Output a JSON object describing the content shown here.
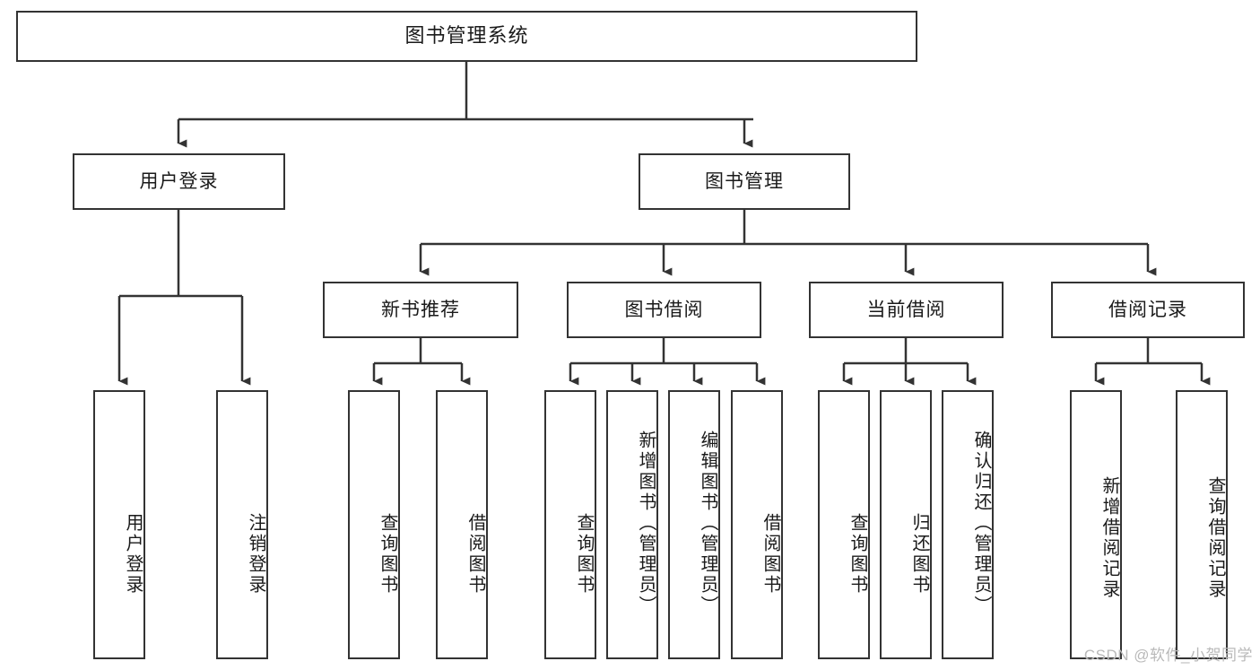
{
  "diagram": {
    "title": "图书管理系统",
    "watermark": "CSDN @软件_小贺同学",
    "line_color": "#333333",
    "box_fill": "#ffffff",
    "text_color": "#1a1a1a",
    "watermark_color": "#b9b9b9",
    "levels": {
      "root": "图书管理系统",
      "level2": [
        "用户登录",
        "图书管理"
      ],
      "level3": [
        "新书推荐",
        "图书借阅",
        "当前借阅",
        "借阅记录"
      ],
      "level4": [
        "用户登录",
        "注销登录",
        "查询图书",
        "借阅图书",
        "查询图书",
        "新增图书（管理员）",
        "编辑图书（管理员）",
        "借阅图书",
        "查询图书",
        "归还图书",
        "确认归还（管理员）",
        "新增借阅记录",
        "查询借阅记录"
      ]
    },
    "nodes": {
      "root": {
        "label": "图书管理系统"
      },
      "user_login": {
        "label": "用户登录"
      },
      "book_manage": {
        "label": "图书管理"
      },
      "new_book_rec": {
        "label": "新书推荐"
      },
      "book_borrow": {
        "label": "图书借阅"
      },
      "current_borrow": {
        "label": "当前借阅"
      },
      "borrow_record": {
        "label": "借阅记录"
      },
      "leaf_user_login": {
        "label": "用户登录"
      },
      "leaf_logout": {
        "label": "注销登录"
      },
      "leaf_query_book_1": {
        "label": "查询图书"
      },
      "leaf_borrow_book_1": {
        "label": "借阅图书"
      },
      "leaf_query_book_2": {
        "label": "查询图书"
      },
      "leaf_add_book": {
        "label": "新增图书（管理员）"
      },
      "leaf_edit_book": {
        "label": "编辑图书（管理员）"
      },
      "leaf_borrow_book_2": {
        "label": "借阅图书"
      },
      "leaf_query_book_3": {
        "label": "查询图书"
      },
      "leaf_return_book": {
        "label": "归还图书"
      },
      "leaf_confirm_return": {
        "label": "确认归还（管理员）"
      },
      "leaf_add_record": {
        "label": "新增借阅记录"
      },
      "leaf_query_record": {
        "label": "查询借阅记录"
      }
    },
    "edges": [
      {
        "from": "root",
        "to": "user_login"
      },
      {
        "from": "root",
        "to": "book_manage"
      },
      {
        "from": "book_manage",
        "to": "new_book_rec"
      },
      {
        "from": "book_manage",
        "to": "book_borrow"
      },
      {
        "from": "book_manage",
        "to": "current_borrow"
      },
      {
        "from": "book_manage",
        "to": "borrow_record"
      },
      {
        "from": "user_login",
        "to": "leaf_user_login"
      },
      {
        "from": "user_login",
        "to": "leaf_logout"
      },
      {
        "from": "new_book_rec",
        "to": "leaf_query_book_1"
      },
      {
        "from": "new_book_rec",
        "to": "leaf_borrow_book_1"
      },
      {
        "from": "book_borrow",
        "to": "leaf_query_book_2"
      },
      {
        "from": "book_borrow",
        "to": "leaf_add_book"
      },
      {
        "from": "book_borrow",
        "to": "leaf_edit_book"
      },
      {
        "from": "book_borrow",
        "to": "leaf_borrow_book_2"
      },
      {
        "from": "current_borrow",
        "to": "leaf_query_book_3"
      },
      {
        "from": "current_borrow",
        "to": "leaf_return_book"
      },
      {
        "from": "current_borrow",
        "to": "leaf_confirm_return"
      },
      {
        "from": "borrow_record",
        "to": "leaf_add_record"
      },
      {
        "from": "borrow_record",
        "to": "leaf_query_record"
      }
    ]
  }
}
